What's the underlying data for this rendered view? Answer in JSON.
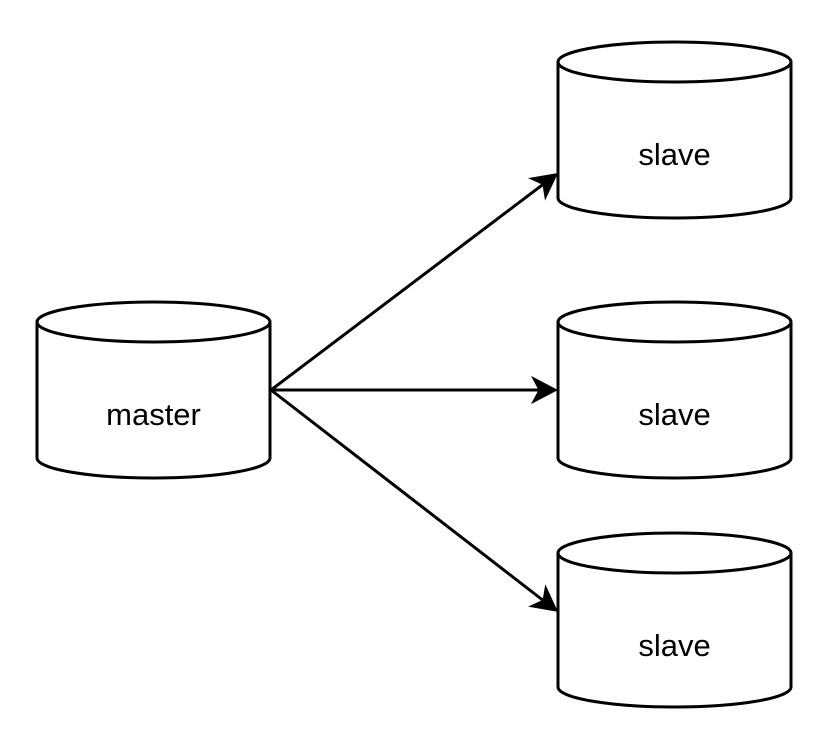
{
  "diagram": {
    "type": "master-slave-replication",
    "nodes": [
      {
        "id": "master",
        "label": "master",
        "shape": "cylinder"
      },
      {
        "id": "slave-1",
        "label": "slave",
        "shape": "cylinder"
      },
      {
        "id": "slave-2",
        "label": "slave",
        "shape": "cylinder"
      },
      {
        "id": "slave-3",
        "label": "slave",
        "shape": "cylinder"
      }
    ],
    "edges": [
      {
        "from": "master",
        "to": "slave-1",
        "arrow": "filled-classic"
      },
      {
        "from": "master",
        "to": "slave-2",
        "arrow": "filled-classic"
      },
      {
        "from": "master",
        "to": "slave-3",
        "arrow": "filled-classic"
      }
    ]
  },
  "colors": {
    "background": "#ffffff",
    "node-fill": "#ffffff",
    "node-stroke": "#000000",
    "edge": "#000000",
    "label-text": "#000000"
  }
}
